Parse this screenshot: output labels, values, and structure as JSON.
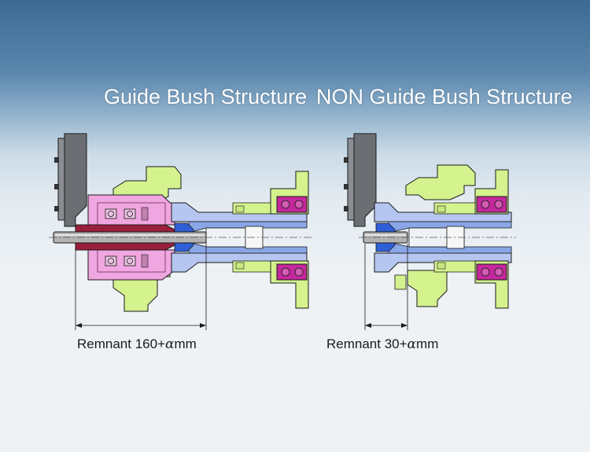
{
  "left": {
    "title": "Guide Bush Structure",
    "caption_prefix": "Remnant 160+",
    "caption_alpha": "α",
    "caption_unit": "mm"
  },
  "right": {
    "title": "NON Guide Bush Structure",
    "caption_prefix": "Remnant 30+",
    "caption_alpha": "α",
    "caption_unit": "mm"
  },
  "colors": {
    "tool_holder": "#6b6f74",
    "bracket_green": "#d4f28e",
    "guide_bush_pink": "#f0a6e0",
    "guide_bush_dark": "#9a1f3c",
    "bearing_magenta": "#c4289c",
    "collet_blue": "#8aa6e6",
    "spindle_blue": "#b5c6f0",
    "chuck_blue": "#2f5fd6",
    "workpiece_gray": "#b3b3b3"
  }
}
